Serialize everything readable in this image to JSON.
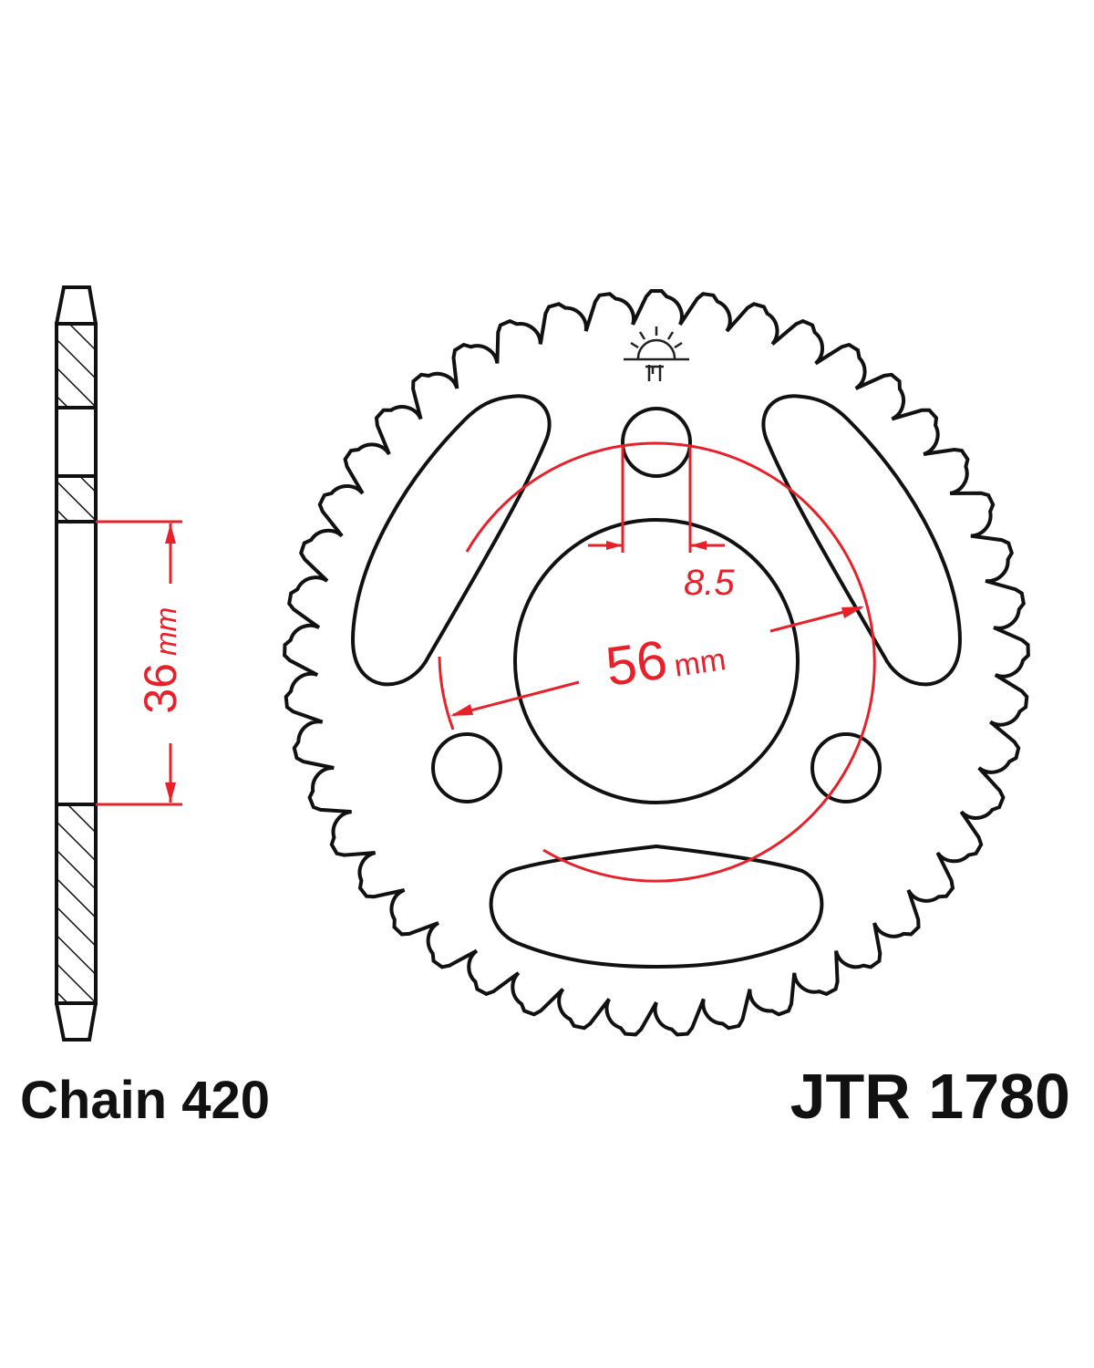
{
  "labels": {
    "chain": "Chain 420",
    "part_number": "JTR 1780"
  },
  "dimensions": {
    "width_value": "36",
    "width_unit": "mm",
    "pcd_value": "56",
    "pcd_unit": "mm",
    "bolt_hole": "8.5"
  },
  "logo": {
    "icon": "rising-sun-logo",
    "text": "JT"
  },
  "colors": {
    "outline": "#111111",
    "dimension": "#e8202a",
    "background": "#ffffff"
  },
  "sprocket": {
    "teeth": 45
  }
}
